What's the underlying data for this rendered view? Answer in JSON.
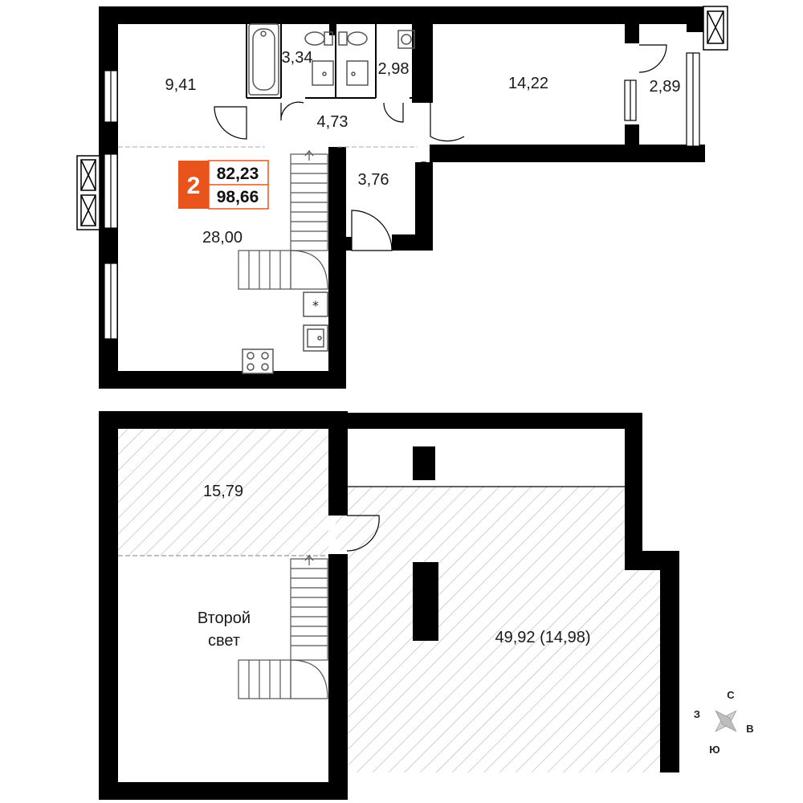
{
  "apartment": {
    "rooms_count": "2",
    "total_area": "82,23",
    "total_area_with_terrace": "98,66",
    "badge_color": "#e8541c"
  },
  "floor1": {
    "rooms": {
      "bedroom": "9,41",
      "bathroom": "3,34",
      "wc": "2,98",
      "corridor": "4,73",
      "room": "14,22",
      "storage": "2,89",
      "hall": "3,76",
      "living_kitchen": "28,00"
    }
  },
  "floor2": {
    "rooms": {
      "mezzanine": "15,79",
      "second_light_line1": "Второй",
      "second_light_line2": "свет",
      "terrace": "49,92 (14,98)"
    }
  },
  "compass": {
    "n": "С",
    "e": "В",
    "s": "Ю",
    "w": "З"
  },
  "colors": {
    "wall": "#000000",
    "hatch": "#b8b8b8",
    "fixture": "#555555"
  }
}
